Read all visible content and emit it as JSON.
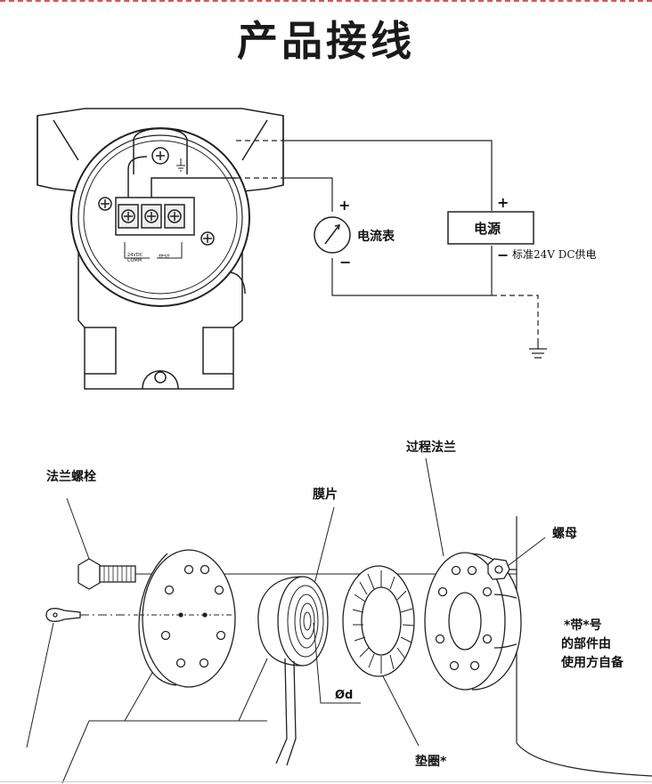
{
  "title": "产品接线",
  "wiring": {
    "ammeter_label": "电流表",
    "power_label": "电源",
    "power_note": "标准24V DC供电",
    "plus": "+",
    "minus": "−",
    "terminal_24vdc": "24VDC",
    "terminal_comm": "COMM",
    "terminal_test": "TEST"
  },
  "assembly": {
    "flange_bolt": "法兰螺栓",
    "diaphragm": "膜片",
    "process_flange": "过程法兰",
    "nut": "螺母",
    "gasket": "垫圈*",
    "diameter": "Ød",
    "note_lines": [
      "*带*号",
      "的部件由",
      "使用方自备"
    ]
  }
}
